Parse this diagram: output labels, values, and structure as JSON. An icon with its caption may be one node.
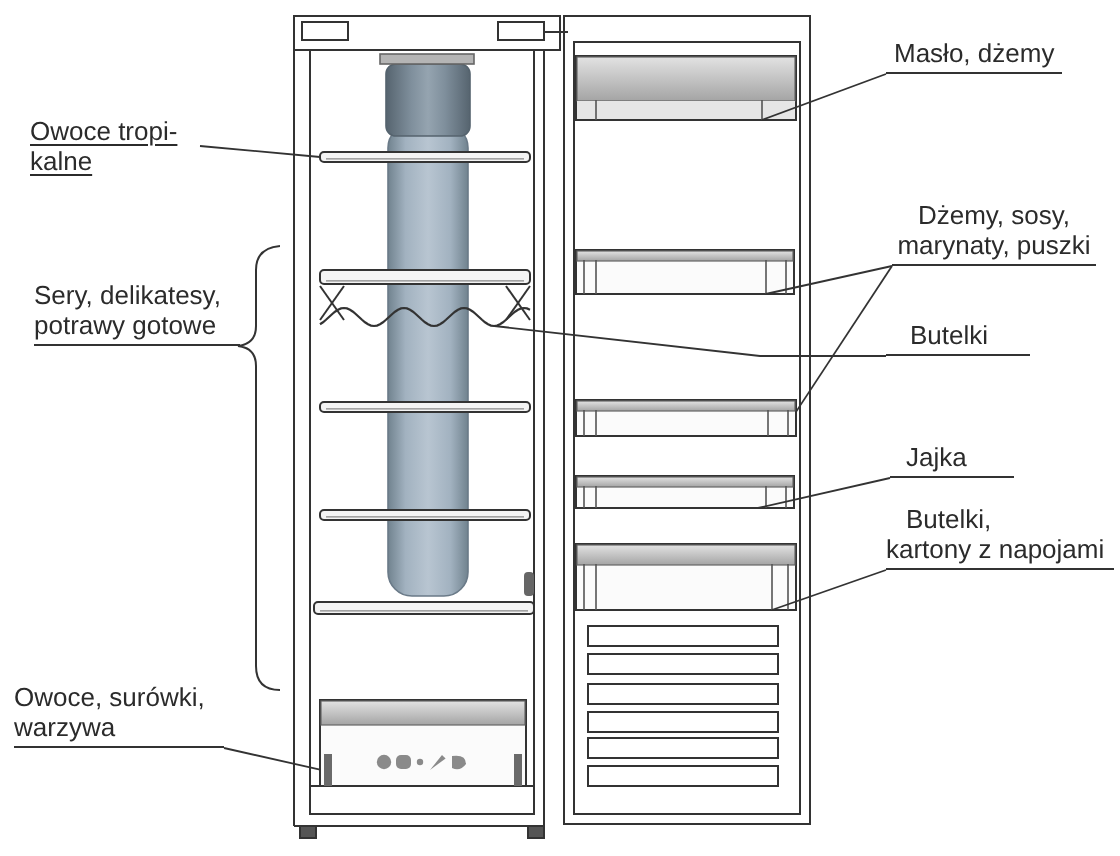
{
  "diagram": {
    "nodes": [
      {
        "text": [
          "Owoce tropi- kalne"
        ]
      },
      {
        "text": [
          "Sery, delikatesy, potrawy gotowe"
        ]
      },
      {
        "text": [
          "Owoce, surówki, warzywa"
        ]
      },
      {
        "text": [
          "Masło, dżemy"
        ]
      },
      {
        "text": [
          "Dżemy, sosy, marynaty, puszki"
        ]
      },
      {
        "text": [
          "Butelki"
        ]
      },
      {
        "text": [
          "Jajka"
        ]
      },
      {
        "text": [
          "Butelki, kartony z napojami"
        ]
      },
      {
        "text": [],
        "shape": "bar"
      },
      {
        "text": [],
        "shape": "picture"
      },
      {
        "text": [],
        "shape": "box"
      },
      {
        "text": [],
        "shape": "box"
      },
      {
        "text": [],
        "shape": "box"
      },
      {
        "text": [],
        "shape": "box"
      },
      {
        "text": [],
        "shape": "box"
      },
      {
        "text": [],
        "shape": "box"
      }
    ],
    "edges": [
      {
        "from": 0,
        "to": 8,
        "arrow": "none"
      },
      {
        "from": 2,
        "to": 10,
        "arrow": "none"
      },
      {
        "from": 3,
        "to": 11,
        "arrow": "none"
      },
      {
        "from": 4,
        "to": 12,
        "arrow": "none"
      },
      {
        "from": 4,
        "to": 13,
        "arrow": "none"
      },
      {
        "from": 5,
        "to": 9,
        "arrow": "none"
      },
      {
        "from": 6,
        "to": 14,
        "arrow": "none"
      },
      {
        "from": 7,
        "to": 15,
        "arrow": "none"
      }
    ]
  }
}
